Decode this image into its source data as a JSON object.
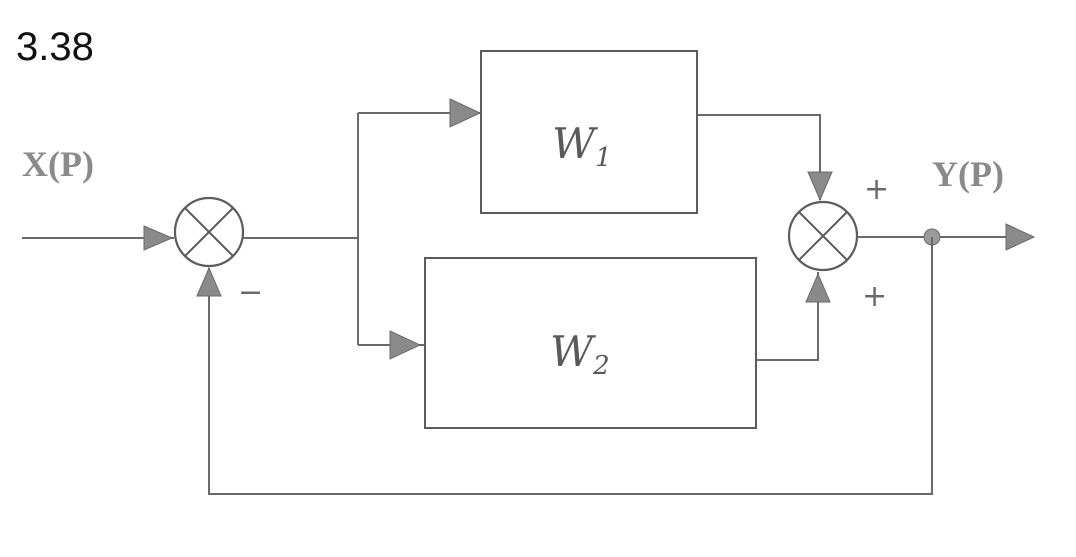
{
  "figure": {
    "number": "3.38"
  },
  "signals": {
    "input": "X(P)",
    "output": "Y(P)"
  },
  "blocks": {
    "w1": {
      "name": "W",
      "subscript": "1"
    },
    "w2": {
      "name": "W",
      "subscript": "2"
    }
  },
  "summing_junctions": {
    "input_junction": {
      "feedback_sign": "−"
    },
    "output_junction": {
      "top_sign": "+",
      "bottom_sign": "+"
    }
  }
}
